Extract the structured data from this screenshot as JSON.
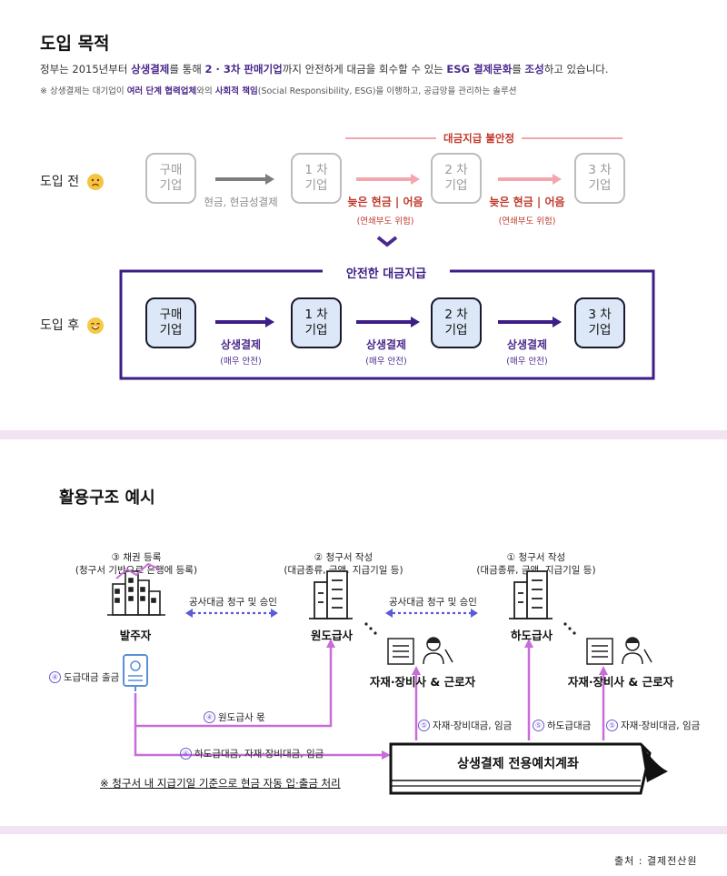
{
  "section1": {
    "title": "도입 목적",
    "desc": {
      "p1": "정부는 2015년부터 ",
      "h1": "상생결제",
      "p2": "를 통해 ",
      "h2": "2 · 3차 판매기업",
      "p3": "까지 안전하게 대금을 회수할 수 있는 ",
      "h3": "ESG 결제문화",
      "p4": "를 ",
      "h4": "조성",
      "p5": "하고 있습니다."
    },
    "note": {
      "p1": "※ 상생결제는 대기업이 ",
      "h1": "여러 단계 협력업체",
      "p2": "와의 ",
      "h2": "사회적 책임",
      "p3": "(Social Responsibility, ESG)을 이행하고, 공급망을 관리하는 솔루션"
    }
  },
  "before": {
    "label": "도입 전",
    "emoji": "sad-face-icon",
    "instability": "대금지급 불안정",
    "boxes": [
      "구매\n기업",
      "1 차\n기업",
      "2 차\n기업",
      "3 차\n기업"
    ],
    "arrow1_label": "현금, 현금성결제",
    "arrow2_label": "늦은 현금 | 어음",
    "arrow2_sub": "(연쇄부도 위험)",
    "arrow3_label": "늦은 현금 | 어음",
    "arrow3_sub": "(연쇄부도 위험)"
  },
  "after": {
    "label": "도입 후",
    "emoji": "smile-face-icon",
    "frame_title": "안전한 대금지급",
    "boxes": [
      "구매\n기업",
      "1 차\n기업",
      "2 차\n기업",
      "3 차\n기업"
    ],
    "arrow_label": "상생결제",
    "arrow_sub": "(매우 안전)"
  },
  "section2": {
    "title": "활용구조 예시",
    "step3_title": "③ 채권 등록",
    "step3_sub": "(청구서 기반으로 은행에 등록)",
    "step2_title": "② 청구서 작성",
    "step2_sub": "(대금종류, 금액, 지급기일 등)",
    "step1_title": "① 청구서 작성",
    "step1_sub": "(대금종류, 금액, 지급기일 등)",
    "claim_left": "공사대금 청구 및 승인",
    "claim_right": "공사대금 청구 및 승인",
    "orderer": "발주자",
    "contractor": "원도급사",
    "subcontractor": "하도급사",
    "workers_left": "자재·장비사 & 근로자",
    "workers_right": "자재·장비사 & 근로자",
    "step4_out": "도급대금 출금",
    "flow_contractor": "원도급사 몫",
    "flow_account": "하도급대금, 자재·장비대금, 임금",
    "flow_workers_left": "자재·장비대금, 임금",
    "flow_sub": "하도급대금",
    "flow_workers_right": "자재·장비대금, 임금",
    "account": "상생결제 전용예치계좌",
    "footnote": "※ 청구서 내 지급기일 기준으로 현금 자동 입·출금 처리",
    "circle4": "④",
    "circle5": "⑤"
  },
  "source": "출처 : 결제전산원",
  "colors": {
    "accent": "#4b2a8c",
    "red": "#c0392b",
    "pink": "#f4a6ae",
    "flow": "#c86dd7",
    "band": "#f1e3f2"
  }
}
